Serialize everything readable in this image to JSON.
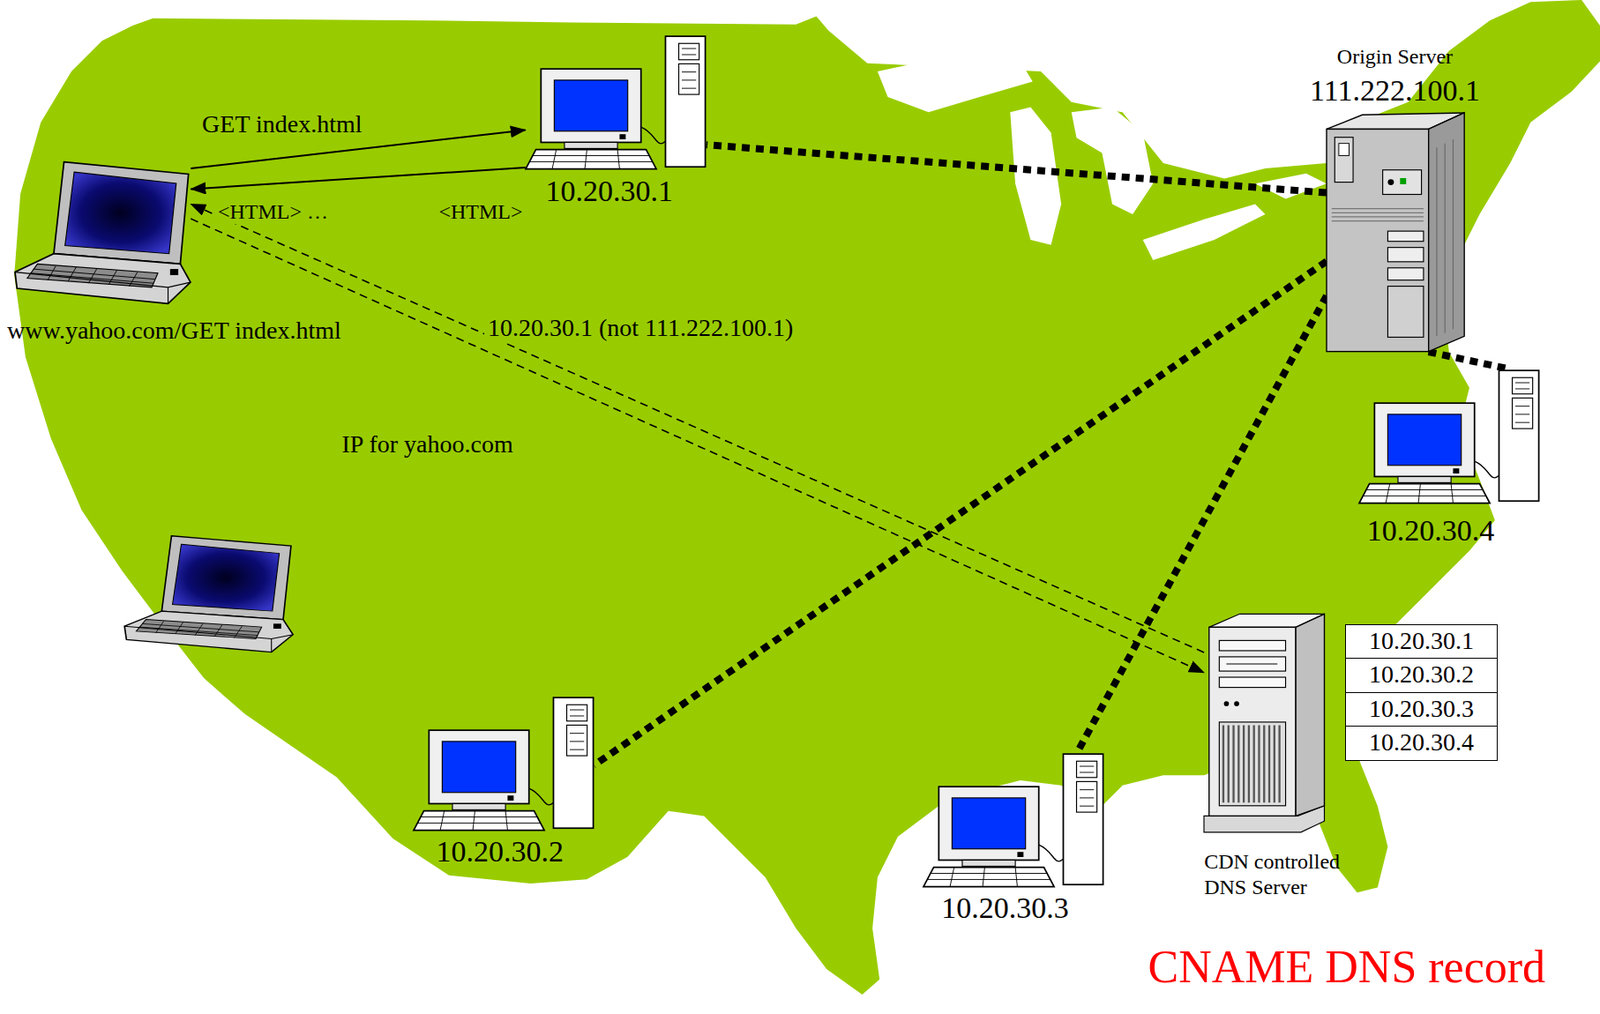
{
  "diagram": {
    "nodes": [
      {
        "text": [
          "www.yahoo.com/GET index.html"
        ]
      },
      {
        "text": [
          "10.20.30.1"
        ]
      },
      {
        "text": [
          "Origin Server",
          "111.222.100.1"
        ]
      },
      {
        "text": [
          "10.20.30.4"
        ]
      },
      {
        "text": [
          "CDN controlled DNS Server"
        ]
      },
      {
        "text": [
          "10.20.30.2"
        ]
      },
      {
        "text": [
          "10.20.30.3"
        ]
      }
    ],
    "edges": [
      {
        "from": 0,
        "to": 1,
        "arrow": "to",
        "label": "GET index.html"
      },
      {
        "from": 1,
        "to": 0,
        "arrow": "to",
        "label": "<HTML>"
      },
      {
        "from": 0,
        "to": 4,
        "arrow": "to",
        "label": "IP for yahoo.com"
      },
      {
        "from": 4,
        "to": 0,
        "arrow": "to",
        "label": "10.20.30.1 (not 111.222.100.1)"
      },
      {
        "from": 2,
        "to": 1,
        "arrow": "none"
      },
      {
        "from": 2,
        "to": 5,
        "arrow": "none"
      },
      {
        "from": 2,
        "to": 6,
        "arrow": "none"
      },
      {
        "from": 2,
        "to": 3,
        "arrow": "none"
      }
    ],
    "labels": [
      "<HTML> …",
      "10.20.30.1",
      "10.20.30.2",
      "10.20.30.3",
      "10.20.30.4",
      "CNAME DNS record"
    ]
  }
}
